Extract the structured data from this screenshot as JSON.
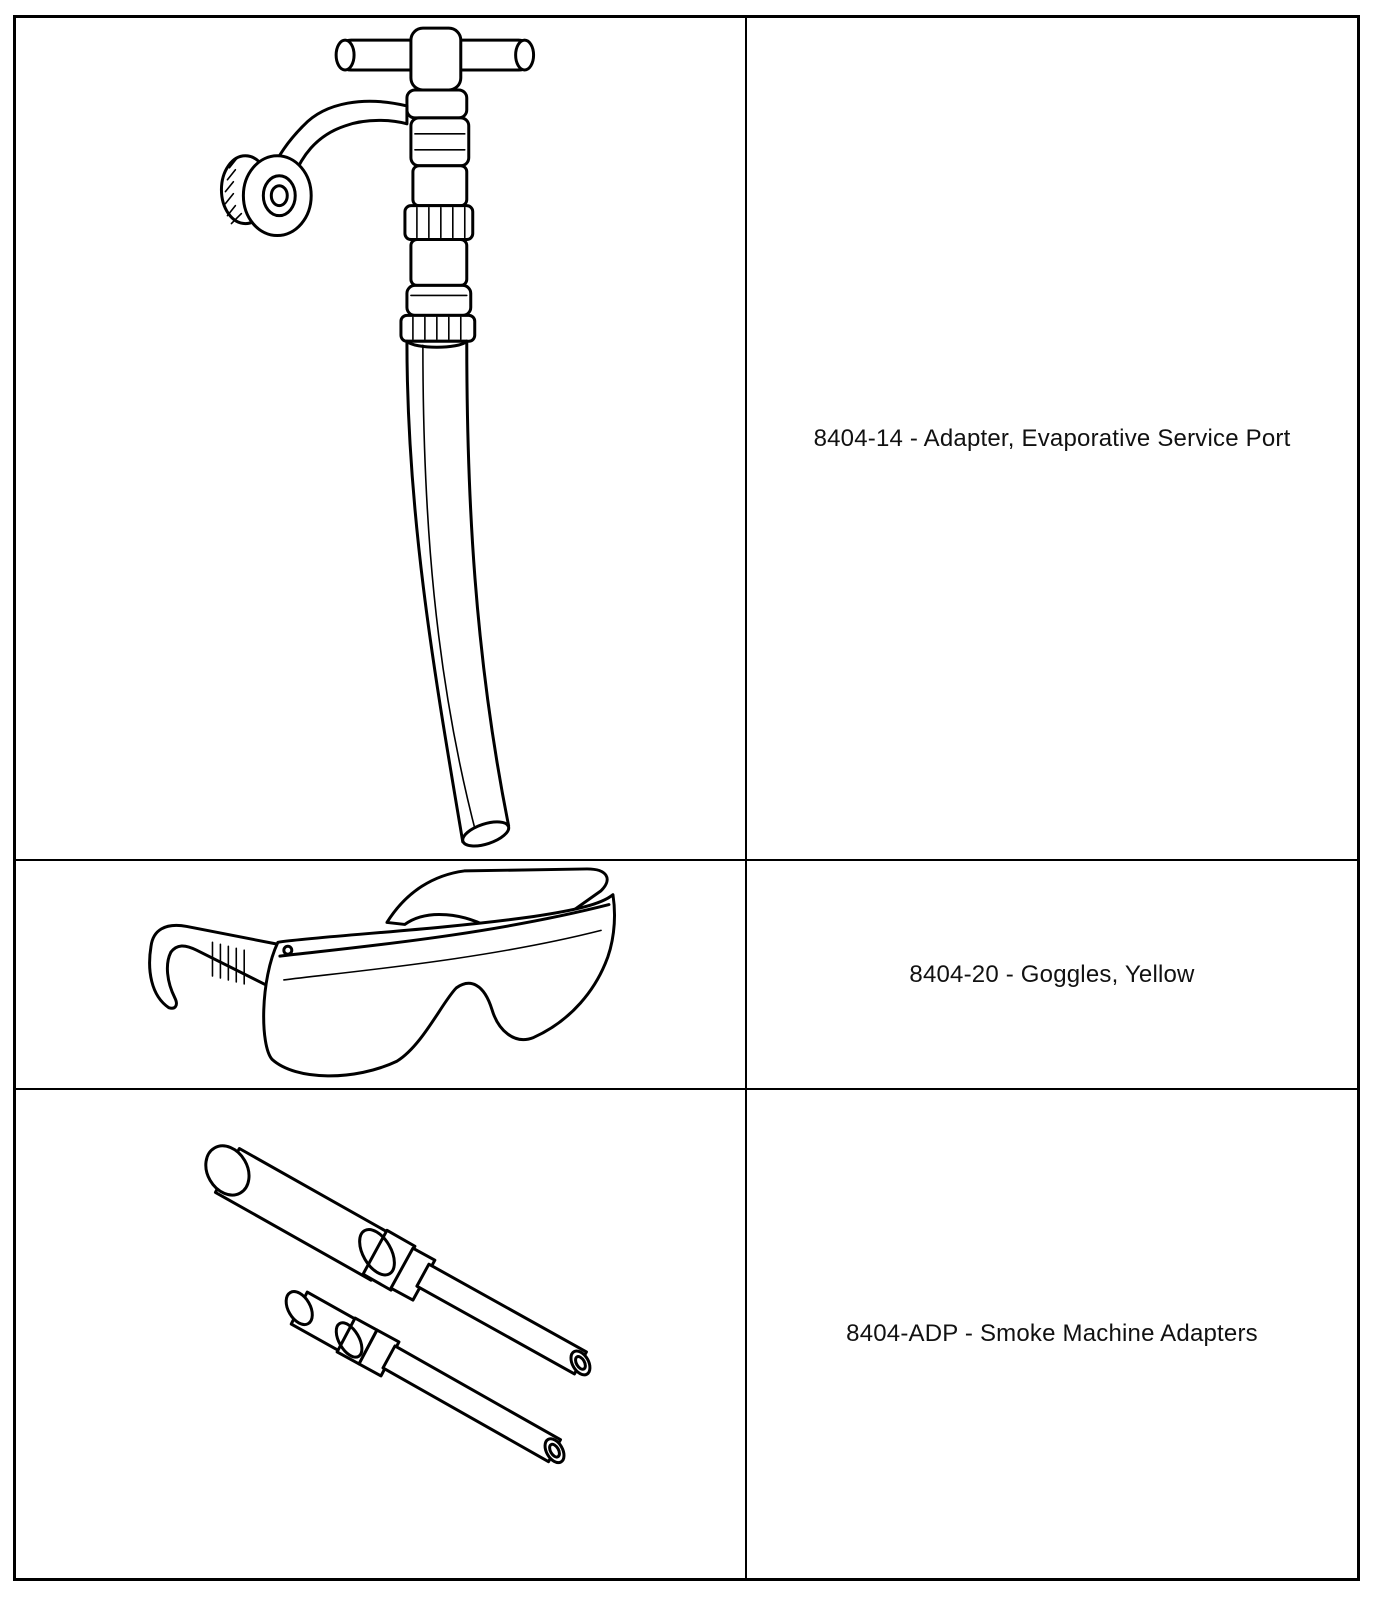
{
  "tools": [
    {
      "icon": "evap-service-port-adapter-icon",
      "label": "8404-14 - Adapter, Evaporative Service Port"
    },
    {
      "icon": "safety-goggles-icon",
      "label": "8404-20 - Goggles, Yellow"
    },
    {
      "icon": "smoke-machine-adapters-icon",
      "label": "8404-ADP - Smoke Machine Adapters"
    }
  ]
}
